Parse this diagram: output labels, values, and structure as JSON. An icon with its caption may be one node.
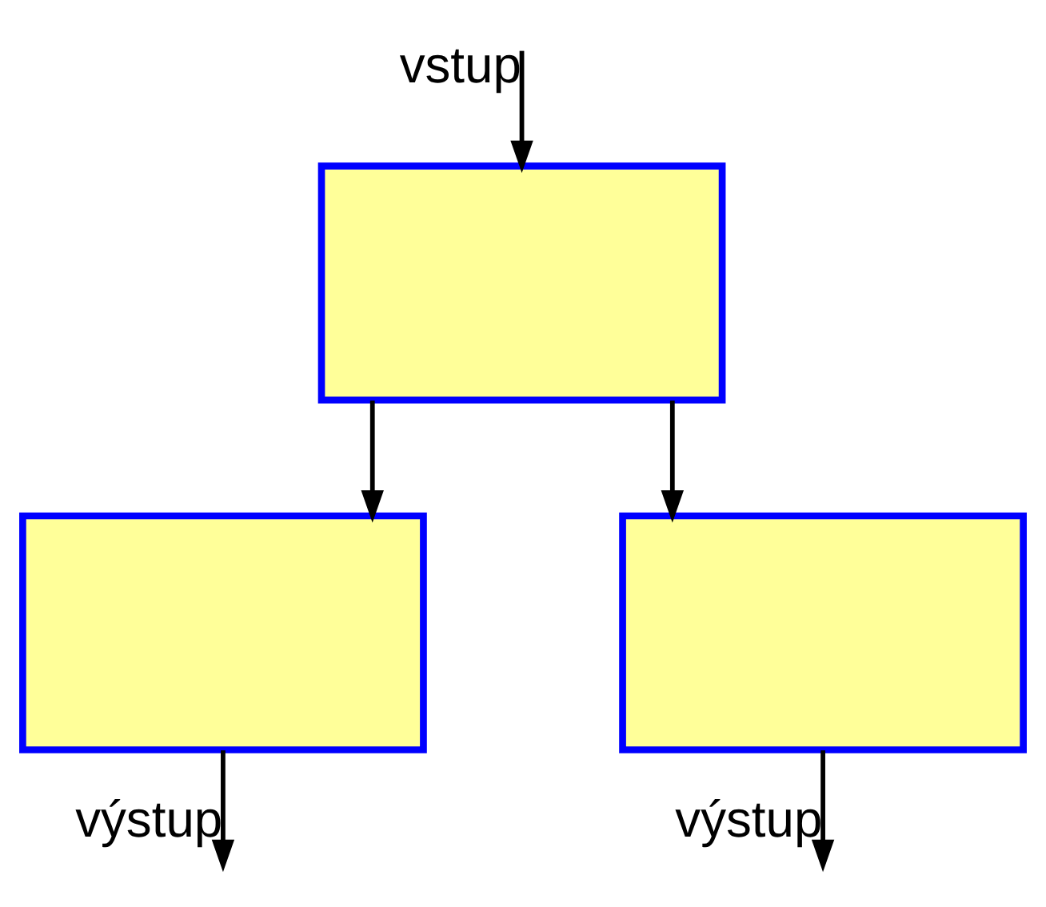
{
  "diagram": {
    "nodes": [
      {
        "text": [],
        "shape": "box"
      },
      {
        "text": [],
        "shape": "box"
      },
      {
        "text": [],
        "shape": "box"
      }
    ],
    "edges": [
      {
        "from": null,
        "to": 0,
        "arrow": "to",
        "label": "vstup"
      },
      {
        "from": 0,
        "to": 1,
        "arrow": "to"
      },
      {
        "from": 0,
        "to": 2,
        "arrow": "to"
      },
      {
        "from": 1,
        "to": null,
        "arrow": "to",
        "label": "výstup"
      },
      {
        "from": 2,
        "to": null,
        "arrow": "to",
        "label": "výstup"
      }
    ]
  }
}
